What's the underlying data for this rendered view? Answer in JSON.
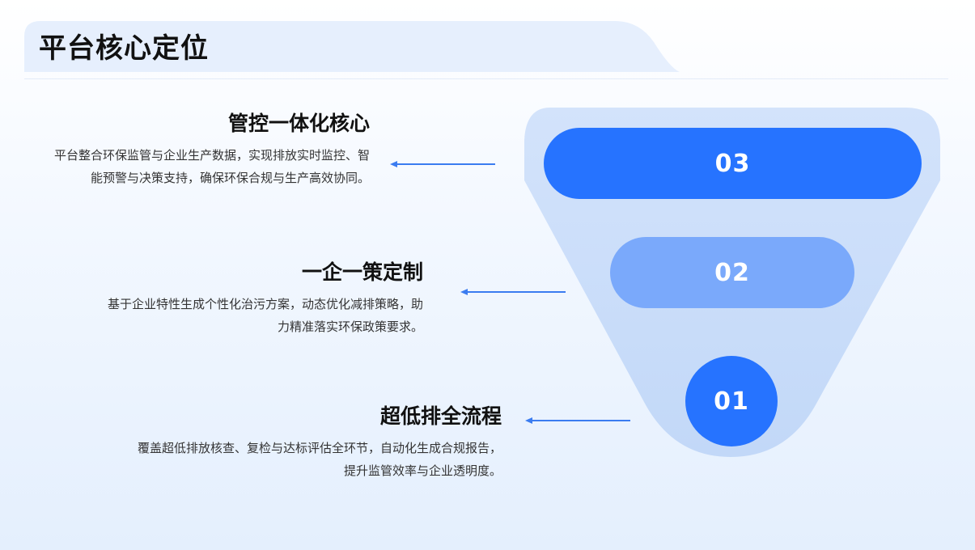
{
  "header": {
    "title": "平台核心定位"
  },
  "items": [
    {
      "number": "03",
      "title": "管控一体化核心",
      "description": "平台整合环保监管与企业生产数据，实现排放实时监控、智能预警与决策支持，确保环保合规与生产高效协同。"
    },
    {
      "number": "02",
      "title": "一企一策定制",
      "description": "基于企业特性生成个性化治污方案，动态优化减排策略，助力精准落实环保政策要求。"
    },
    {
      "number": "01",
      "title": "超低排全流程",
      "description": "覆盖超低排放核查、复检与达标评估全环节，自动化生成合规报告，提升监管效率与企业透明度。"
    }
  ],
  "colors": {
    "primary": "#2673ff",
    "secondary": "#7aa9fb",
    "funnel_light": "#d3e3fb",
    "funnel_dark": "#c2d8f8",
    "title_band": "#e6effd",
    "arrow": "#3b7cf0"
  }
}
